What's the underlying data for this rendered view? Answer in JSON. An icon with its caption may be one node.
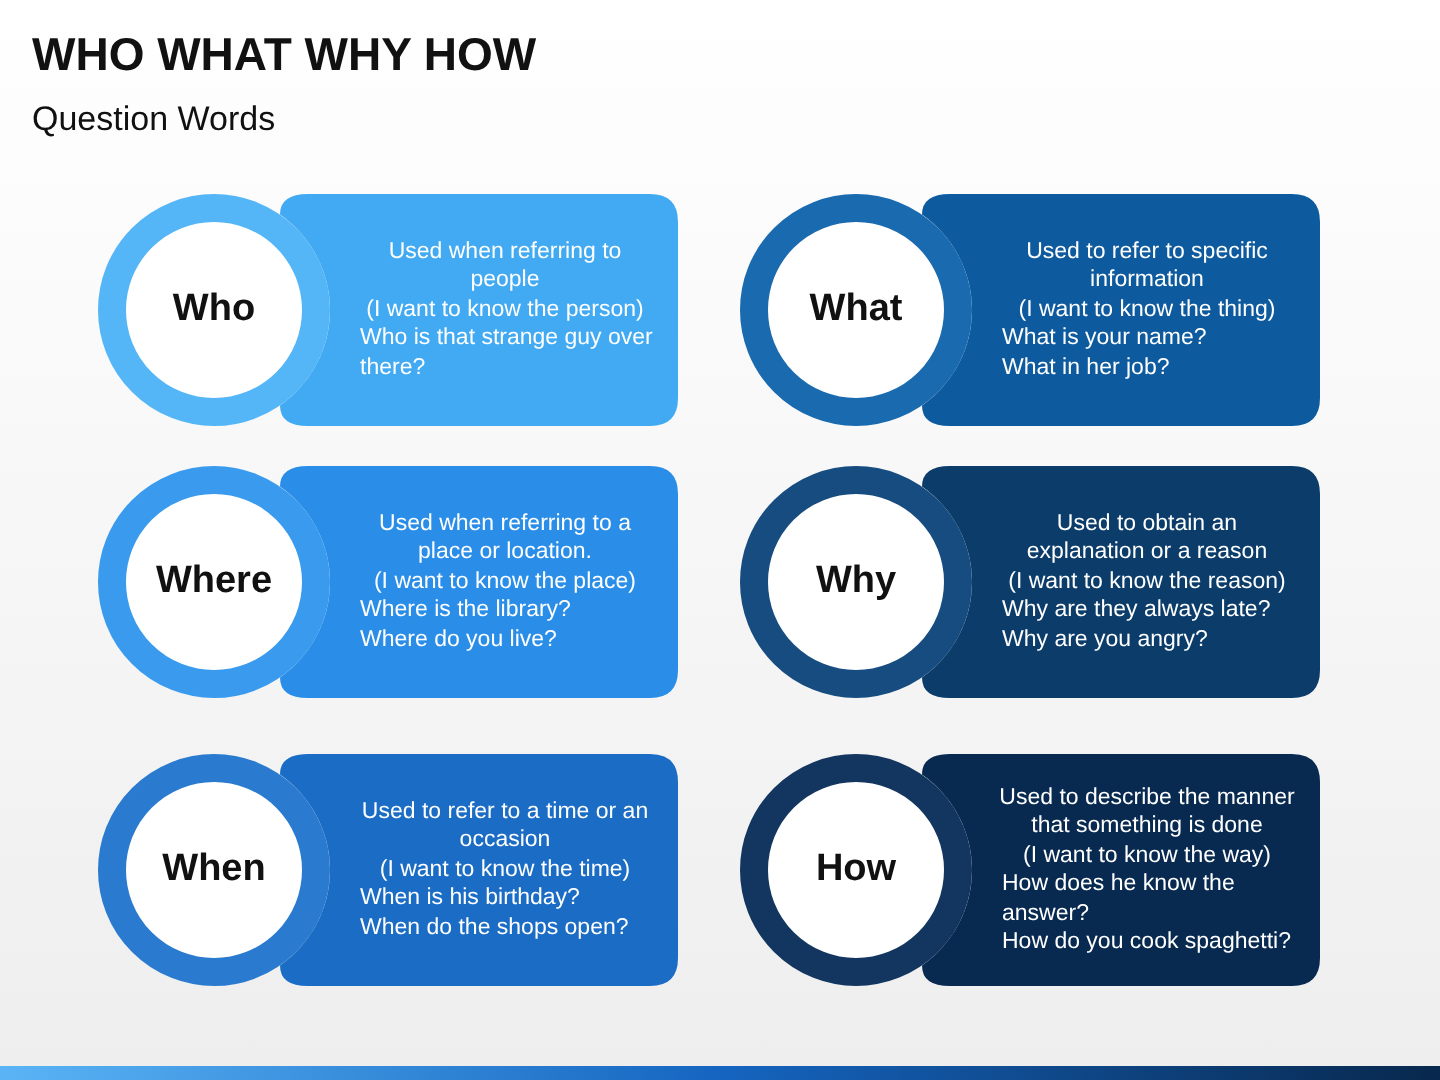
{
  "diagram": {
    "title": "WHO WHAT WHY HOW",
    "caption": "Question Words",
    "nodes": [
      {
        "text": [
          "Who"
        ]
      },
      {
        "text": [
          "Used when referring to people",
          "(I want to know the person)",
          "Who is that strange guy over there?"
        ]
      },
      {
        "text": [
          "What"
        ]
      },
      {
        "text": [
          "Used to refer to specific information",
          "(I want to know the thing)",
          "What is your name?",
          "What in her job?"
        ]
      },
      {
        "text": [
          "Where"
        ]
      },
      {
        "text": [
          "Used when referring to a place or location.",
          "(I want to know the place)",
          "Where is the library?",
          "Where do you live?"
        ]
      },
      {
        "text": [
          "Why"
        ]
      },
      {
        "text": [
          "Used to obtain an explanation or a reason",
          "(I want to know the reason)",
          "Why are they always late?",
          "Why are you angry?"
        ]
      },
      {
        "text": [
          "When"
        ]
      },
      {
        "text": [
          "Used to refer to a time or an occasion",
          "(I want to know the time)",
          "When is his birthday?",
          "When do the shops open?"
        ]
      },
      {
        "text": [
          "How"
        ]
      },
      {
        "text": [
          "Used to describe the manner that something is done",
          "(I want to know the way)",
          "How does he know the answer?",
          "How do you cook spaghetti?"
        ]
      }
    ]
  }
}
